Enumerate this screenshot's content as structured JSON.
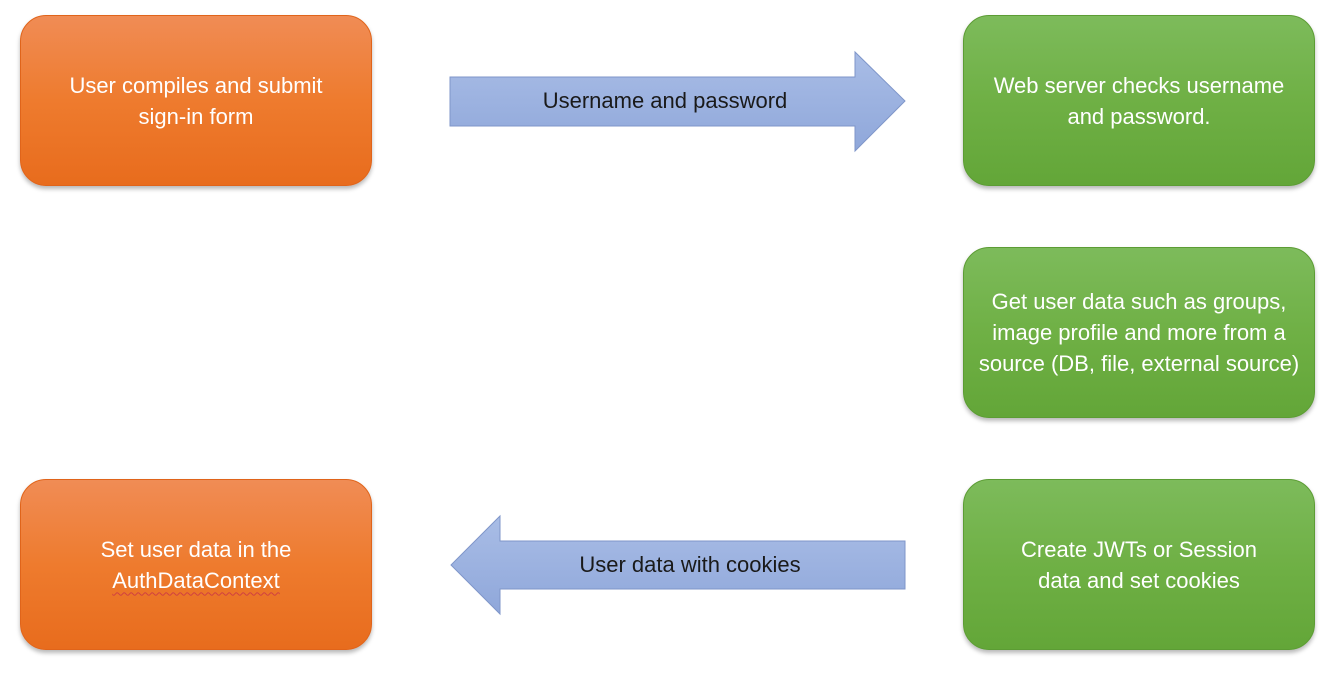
{
  "nodes": {
    "submit_form": {
      "text": "User compiles and submit sign-in form",
      "color": "#ee7b2e"
    },
    "check_credentials": {
      "text": "Web server checks username and password.",
      "color": "#6fb045"
    },
    "get_user_data": {
      "text": "Get user data such as groups, image profile and more from a source (DB, file, external source)",
      "color": "#6fb045"
    },
    "create_tokens": {
      "text": "Create JWTs or Session data and set cookies",
      "color": "#6fb045"
    },
    "set_context": {
      "line1": "Set user data in the",
      "line2": "AuthDataContext",
      "color": "#ee7b2e"
    }
  },
  "arrows": {
    "request": {
      "label": "Username and password",
      "color": "#9bb1de"
    },
    "response": {
      "label": "User data with cookies",
      "color": "#9bb1de"
    }
  }
}
